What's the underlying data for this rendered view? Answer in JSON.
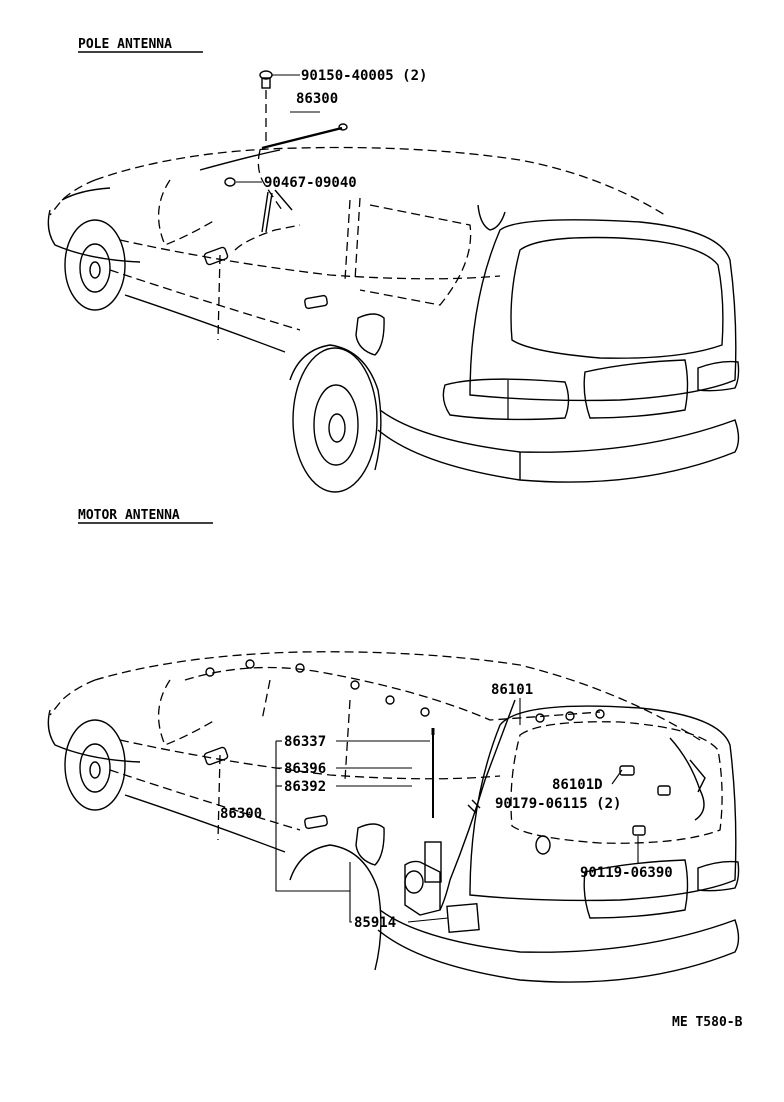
{
  "sections": {
    "pole": {
      "heading": "POLE ANTENNA"
    },
    "motor": {
      "heading": "MOTOR ANTENNA"
    }
  },
  "pole_parts": {
    "p1": "90150-40005 (2)",
    "p2": "86300",
    "p3": "90467-09040"
  },
  "motor_parts": {
    "m1": "86101",
    "m2": "86337",
    "m3": "86396",
    "m4": "86392",
    "m5": "86300",
    "m6": "90179-06115 (2)",
    "m7": "86101D",
    "m8": "90119-06390",
    "m9": "85914"
  },
  "reference": "ME T580-B"
}
